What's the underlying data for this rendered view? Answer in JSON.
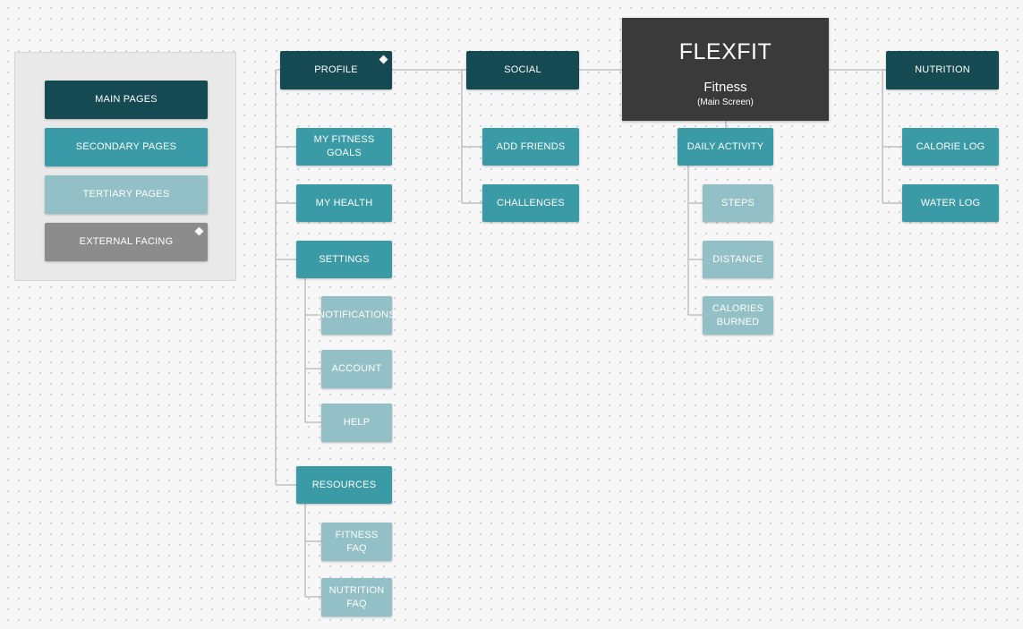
{
  "legend": {
    "main": "MAIN PAGES",
    "secondary": "SECONDARY PAGES",
    "tertiary": "TERTIARY PAGES",
    "external": "EXTERNAL FACING"
  },
  "root": {
    "title": "FLEXFIT",
    "subtitle": "Fitness",
    "note": "(Main Screen)"
  },
  "profile": {
    "label": "PROFILE",
    "my_fitness_goals": "MY FITNESS GOALS",
    "my_health": "MY HEALTH",
    "settings": {
      "label": "SETTINGS",
      "notifications": "NOTIFICATIONS",
      "account": "ACCOUNT",
      "help": "HELP"
    },
    "resources": {
      "label": "RESOURCES",
      "fitness_faq": "FITNESS FAQ",
      "nutrition_faq": "NUTRITION FAQ"
    }
  },
  "social": {
    "label": "SOCIAL",
    "add_friends": "ADD FRIENDS",
    "challenges": "CHALLENGES"
  },
  "daily_activity": {
    "label": "DAILY ACTIVITY",
    "steps": "STEPS",
    "distance": "DISTANCE",
    "calories_burned": "CALORIES BURNED"
  },
  "nutrition": {
    "label": "NUTRITION",
    "calorie_log": "CALORIE LOG",
    "water_log": "WATER LOG"
  },
  "colors": {
    "main": "#154a53",
    "secondary": "#3a9ba7",
    "tertiary": "#92c0c6",
    "external": "#8c8c8c",
    "root": "#3a3a3a",
    "connector": "#bfbfbf"
  }
}
